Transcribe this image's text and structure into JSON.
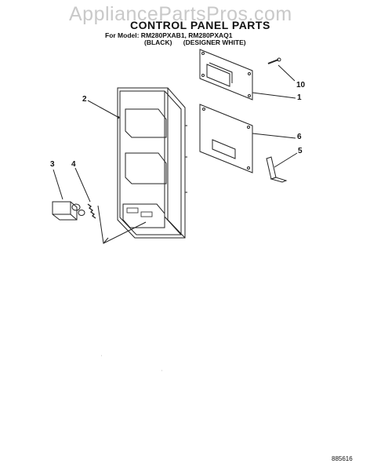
{
  "watermark": "AppliancePartsPros.com",
  "header": {
    "title": "CONTROL PANEL PARTS",
    "model_line": "For Model: RM280PXAB1, RM280PXAQ1",
    "variant_black": "(BLACK)",
    "variant_white": "(DESIGNER WHITE)"
  },
  "callouts": [
    "2",
    "10",
    "1",
    "6",
    "5",
    "3",
    "4"
  ],
  "footer": {
    "document_number": "885616"
  }
}
